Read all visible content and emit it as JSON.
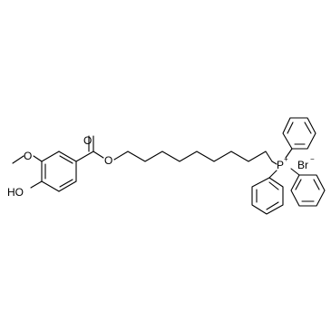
{
  "molecule": {
    "atoms": {
      "carbonyl_o": "O",
      "ester_o": "O",
      "methoxy_o": "O",
      "hydroxyl": "HO",
      "phosphorus": "P",
      "phosphorus_charge": "+",
      "bromide": "Br",
      "bromide_charge": "−"
    }
  }
}
